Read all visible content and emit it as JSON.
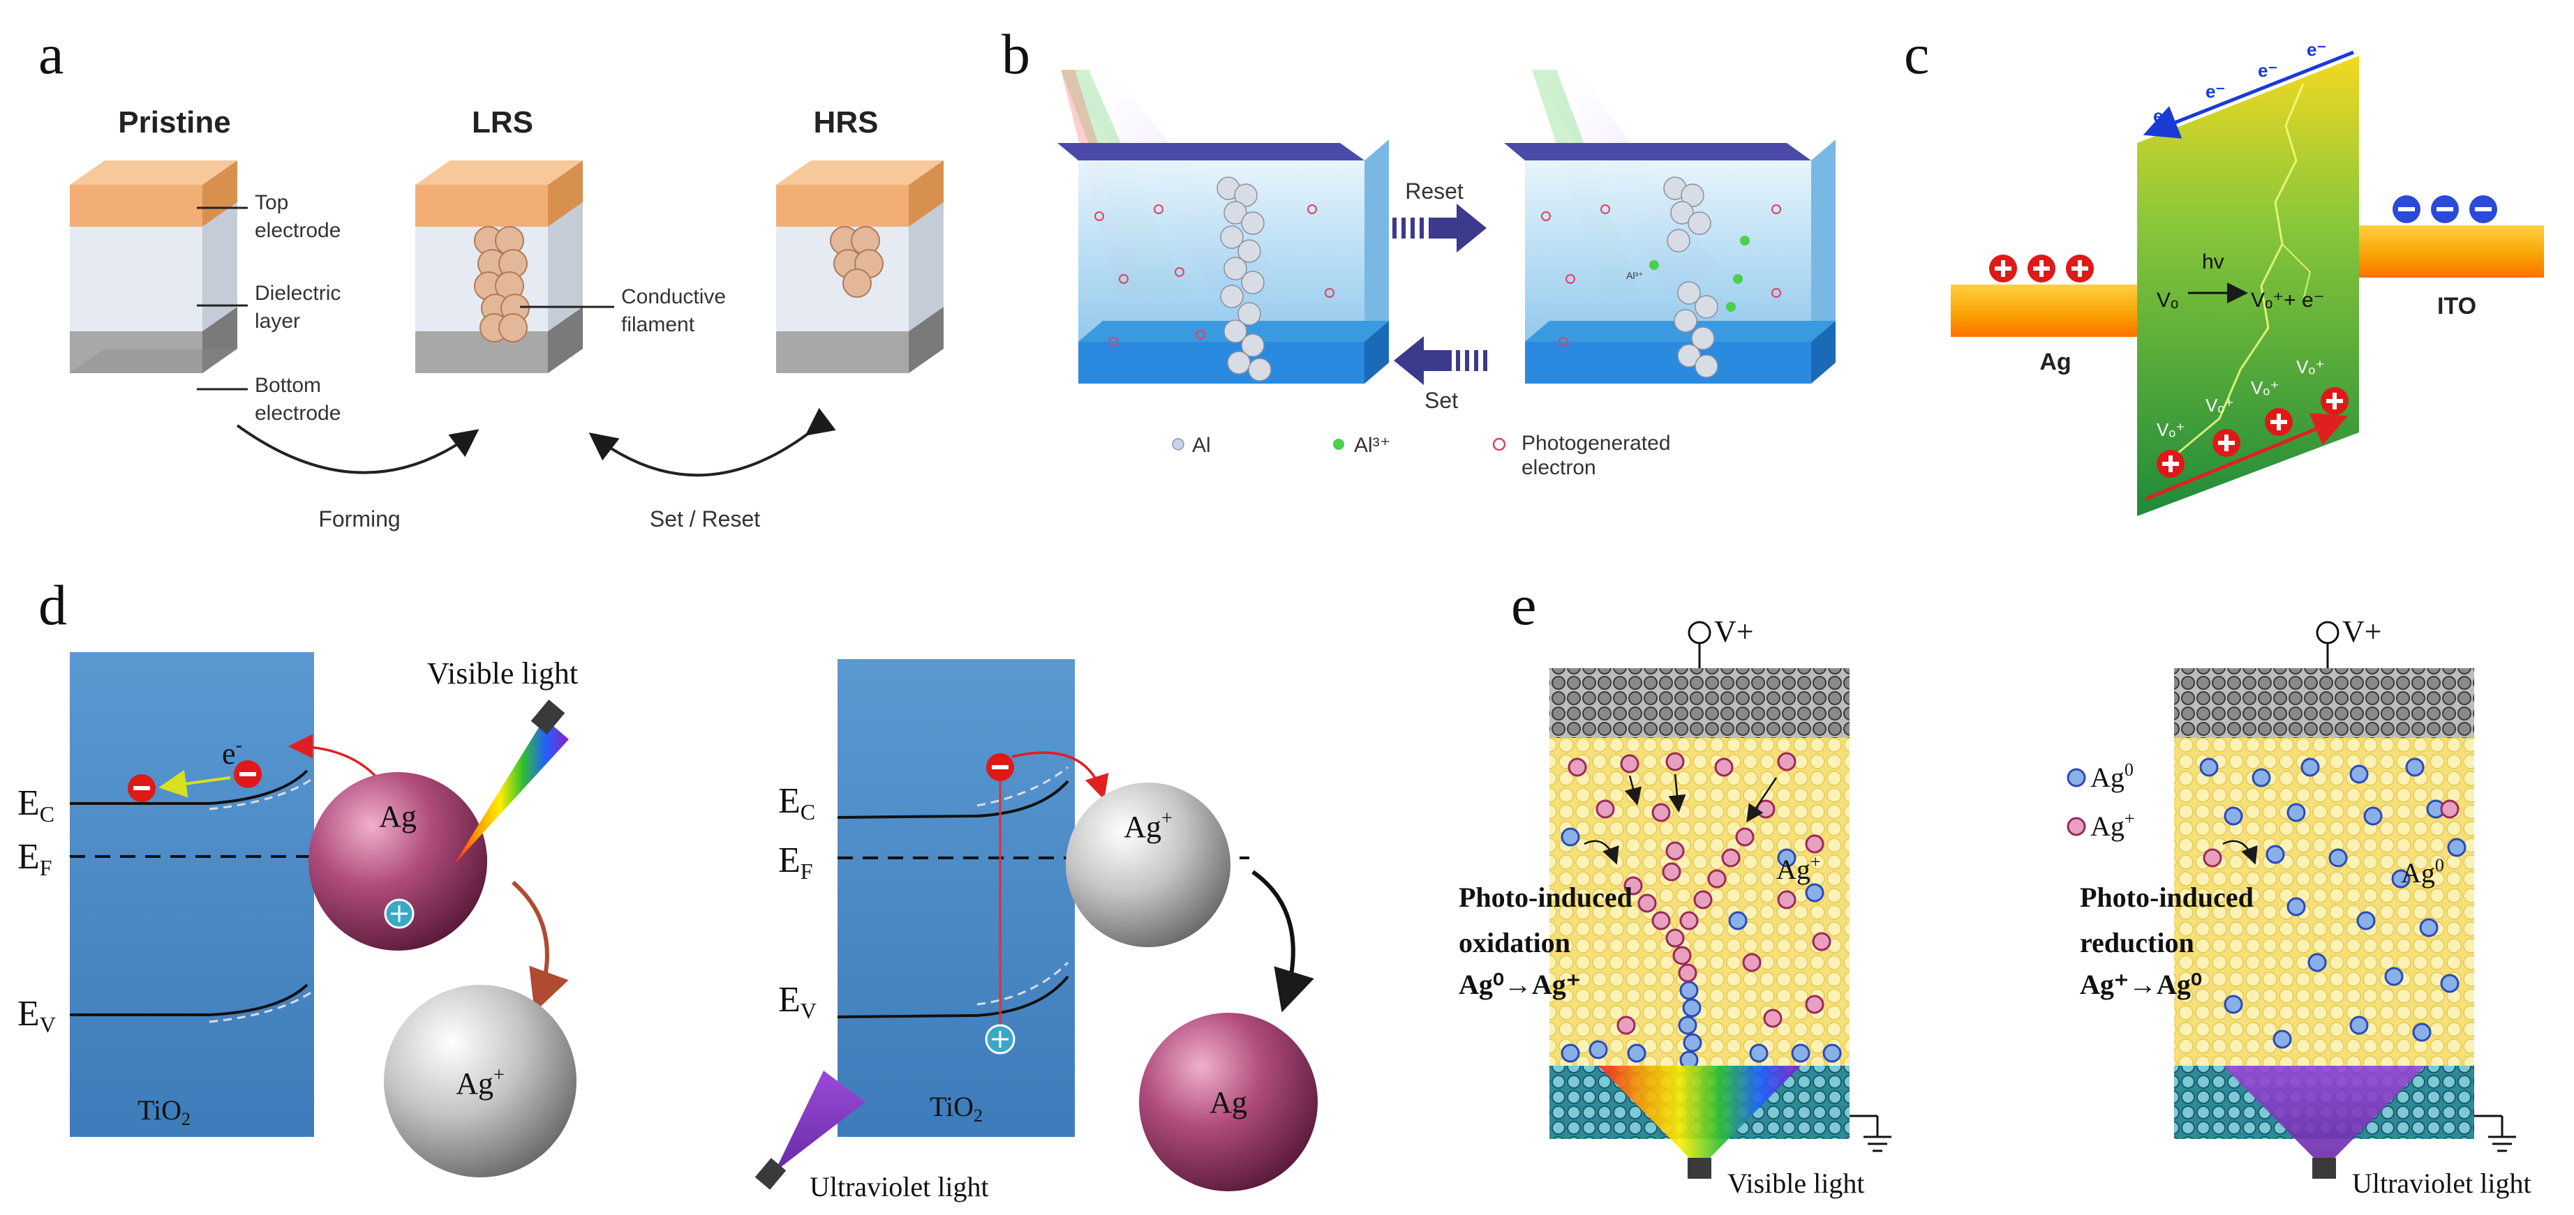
{
  "panels": {
    "a": {
      "letter": "a",
      "state_pristine": "Pristine",
      "state_lrs": "LRS",
      "state_hrs": "HRS",
      "label_top_1": "Top",
      "label_top_2": "electrode",
      "label_dielectric_1": "Dielectric",
      "label_dielectric_2": "layer",
      "label_bottom_1": "Bottom",
      "label_bottom_2": "electrode",
      "label_filament_1": "Conductive",
      "label_filament_2": "filament",
      "arrow_forming": "Forming",
      "arrow_setreset": "Set / Reset"
    },
    "b": {
      "letter": "b",
      "arrow_reset": "Reset",
      "arrow_set": "Set",
      "ion_label": "Al³⁺",
      "legend_al": "Al",
      "legend_al3": "Al³⁺",
      "legend_photo_1": "Photogenerated",
      "legend_photo_2": "electron"
    },
    "c": {
      "letter": "c",
      "electrode_left": "Ag",
      "electrode_right": "ITO",
      "electron": "e⁻",
      "reaction_hv": "hv",
      "reaction_left": "Vₒ",
      "reaction_right": "Vₒ⁺+ e⁻",
      "vacancy": "Vₒ⁺"
    },
    "d": {
      "letter": "d",
      "visible_light": "Visible light",
      "uv_light": "Ultraviolet light",
      "ec": "E",
      "ec_sub": "C",
      "ef": "E",
      "ef_sub": "F",
      "ev": "E",
      "ev_sub": "V",
      "tio2": "TiO",
      "tio2_sub": "2",
      "ag": "Ag",
      "ag_plus": "Ag",
      "ag_plus_sup": "+",
      "electron": "e",
      "electron_sup": "-"
    },
    "e": {
      "letter": "e",
      "voltage": "V+",
      "ag_plus": "Ag",
      "ag_plus_sup": "+",
      "ag0": "Ag",
      "ag0_sup": "0",
      "ox_1": "Photo-induced",
      "ox_2": "oxidation",
      "ox_3": "Ag⁰→Ag⁺",
      "red_1": "Photo-induced",
      "red_2": "reduction",
      "red_3": "Ag⁺→Ag⁰",
      "visible_light": "Visible light",
      "uv_light": "Ultraviolet light"
    }
  },
  "colors": {
    "electrode_top": "#f2b27d",
    "electrode_bottom": "#9a9a9a",
    "dielectric": "#dfe6f0",
    "filament": "#e0b898",
    "b_box": "#a8d4f0",
    "arrow_b": "#3c3a8c",
    "c_band_top": "#f4d020",
    "c_band_bottom": "#2a9a40",
    "c_electrode": "#f8b800",
    "tio2": "#4a8cc8",
    "ag_sphere": "#a03a68",
    "agplus_sphere": "#c8c8c8",
    "e_yellow": "#f5e58a",
    "e_teal": "#4aa8b8",
    "ag0_dot": "#4a6cc8",
    "agplus_dot": "#b04a7a"
  }
}
